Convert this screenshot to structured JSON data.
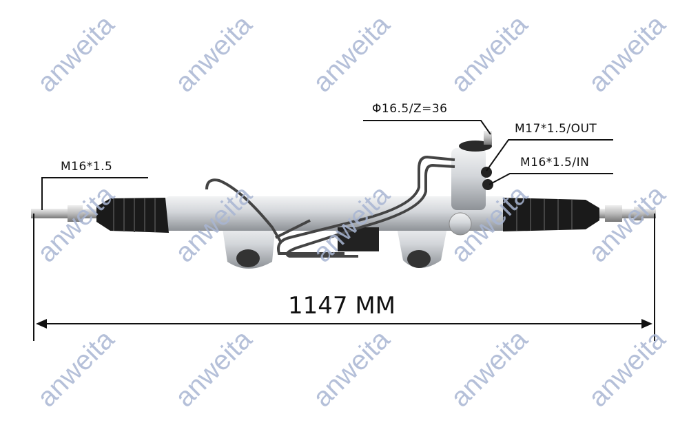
{
  "watermark": "anweita",
  "labels": {
    "left_thread": "M16*1.5",
    "pinion": "Φ16.5/Z=36",
    "out_port": "M17*1.5/OUT",
    "in_port": "M16*1.5/IN"
  },
  "dimension": "1147 MM",
  "colors": {
    "watermark": "#a9b6d3",
    "metal": "#c9ccd0",
    "boot": "#1a1a1a",
    "lines": "#111111"
  }
}
